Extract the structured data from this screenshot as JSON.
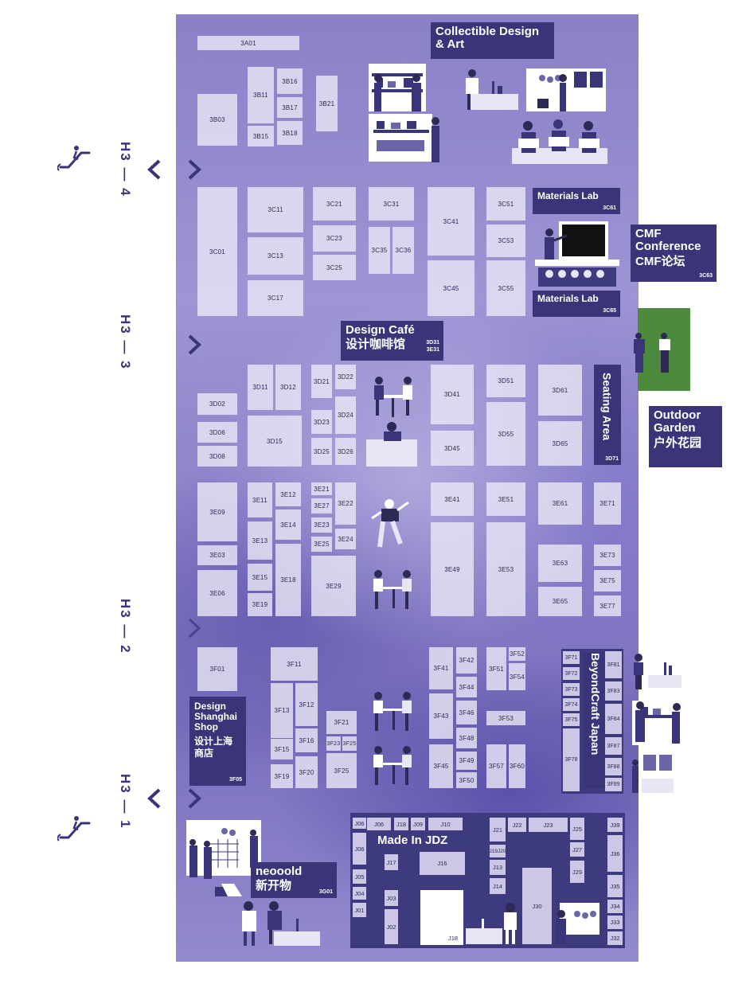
{
  "hall_entrances": [
    {
      "label": "H3 — 4"
    },
    {
      "label": "H3 — 3"
    },
    {
      "label": "H3 — 2"
    },
    {
      "label": "H3 — 1"
    }
  ],
  "zones": {
    "collectible": {
      "title": "Collectible Design & Art"
    },
    "materials_lab_1": {
      "title": "Materials Lab",
      "code": "3C61"
    },
    "materials_lab_2": {
      "title": "Materials Lab",
      "code": "3C65"
    },
    "cmf": {
      "title": "CMF Conference",
      "title_cn": "CMF论坛",
      "code": "3C63"
    },
    "cafe": {
      "title": "Design Café",
      "title_cn": "设计咖啡馆",
      "code1": "3D31",
      "code2": "3E31"
    },
    "seating": {
      "title": "Seating Area",
      "code": "3D71"
    },
    "garden": {
      "title": "Outdoor Garden",
      "title_cn": "户外花园"
    },
    "shop": {
      "title": "Design Shanghai Shop",
      "title_cn": "设计上海商店",
      "code": "3F05"
    },
    "beyond": {
      "title": "BeyondCraft Japan"
    },
    "neooold": {
      "title": "neooold",
      "title_cn": "新开物",
      "code": "3G01"
    },
    "jdz": {
      "title": "Made In JDZ"
    }
  },
  "booths": {
    "3A01": "3A01",
    "3B03": "3B03",
    "3B11": "3B11",
    "3B15": "3B15",
    "3B16": "3B16",
    "3B17": "3B17",
    "3B18": "3B18",
    "3B21": "3B21",
    "3C01": "3C01",
    "3C11": "3C11",
    "3C13": "3C13",
    "3C17": "3C17",
    "3C21": "3C21",
    "3C23": "3C23",
    "3C25": "3C25",
    "3C31": "3C31",
    "3C35": "3C35",
    "3C36": "3C36",
    "3C41": "3C41",
    "3C45": "3C45",
    "3C51": "3C51",
    "3C53": "3C53",
    "3C55": "3C55",
    "3D02": "3D02",
    "3D06": "3D06",
    "3D08": "3D08",
    "3D11": "3D11",
    "3D12": "3D12",
    "3D15": "3D15",
    "3D21": "3D21",
    "3D22": "3D22",
    "3D23": "3D23",
    "3D24": "3D24",
    "3D25": "3D25",
    "3D26": "3D26",
    "3D41": "3D41",
    "3D45": "3D45",
    "3D51": "3D51",
    "3D55": "3D55",
    "3D61": "3D61",
    "3D65": "3D65",
    "3E09": "3E09",
    "3E03": "3E03",
    "3E06": "3E06",
    "3E11": "3E11",
    "3E12": "3E12",
    "3E13": "3E13",
    "3E14": "3E14",
    "3E15": "3E15",
    "3E18": "3E18",
    "3E19": "3E19",
    "3E21": "3E21",
    "3E22": "3E22",
    "3E23": "3E23",
    "3E24": "3E24",
    "3E25": "3E25",
    "3E27": "3E27",
    "3E29": "3E29",
    "3E41": "3E41",
    "3E49": "3E49",
    "3E51": "3E51",
    "3E53": "3E53",
    "3E61": "3E61",
    "3E63": "3E63",
    "3E65": "3E65",
    "3E71": "3E71",
    "3E73": "3E73",
    "3E75": "3E75",
    "3E77": "3E77",
    "3F01": "3F01",
    "3F11": "3F11",
    "3F12": "3F12",
    "3F13": "3F13",
    "3F15": "3F15",
    "3F16": "3F16",
    "3F19": "3F19",
    "3F20": "3F20",
    "3F21": "3F21",
    "3F23": "3F23",
    "3F25": "3F25",
    "3F25b": "3F25",
    "3F41": "3F41",
    "3F42": "3F42",
    "3F43": "3F43",
    "3F44": "3F44",
    "3F45": "3F45",
    "3F46": "3F46",
    "3F48": "3F48",
    "3F49": "3F49",
    "3F50": "3F50",
    "3F51": "3F51",
    "3F52": "3F52",
    "3F53": "3F53",
    "3F54": "3F54",
    "3F57": "3F57",
    "3F60": "3F60",
    "3F71": "3F71",
    "3F72": "3F72",
    "3F73": "3F73",
    "3F74": "3F74",
    "3F75": "3F75",
    "3F78": "3F78",
    "3F81": "3F81",
    "3F83": "3F83",
    "3F84": "3F84",
    "3F87": "3F87",
    "3F88": "3F88",
    "3F89": "3F89",
    "J01": "J01",
    "J02": "J02",
    "J03": "J03",
    "J04": "J04",
    "J05": "J05",
    "J06": "J06",
    "J06b": "J06",
    "J09": "J09",
    "J10": "J10",
    "J13": "J13",
    "J14": "J14",
    "J16": "J16",
    "J17": "J17",
    "J18": "J18",
    "J18b": "J18",
    "J19J20": "J19J20",
    "J21": "J21",
    "J22": "J22",
    "J23": "J23",
    "J25": "J25",
    "J27": "J27",
    "J29": "J29",
    "J30": "J30",
    "J32": "J32",
    "J33": "J33",
    "J34": "J34",
    "J35": "J35",
    "J36": "J36",
    "J39": "J39"
  },
  "colors": {
    "accent": "#3a3578",
    "garden": "#4d8a3e",
    "booth": "#e8e5f5"
  },
  "icons": [
    "escalator-icon",
    "chevron-left-icon",
    "chevron-right-icon"
  ]
}
